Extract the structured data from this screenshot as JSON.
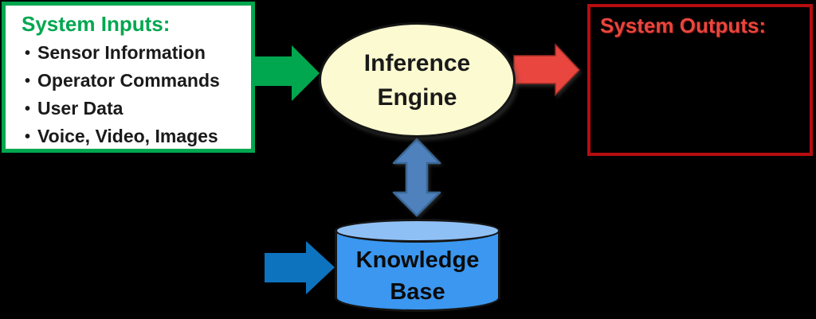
{
  "colors": {
    "background": "#000000",
    "green": "#00A74F",
    "text-dark": "#1A1A1A",
    "cream": "#FCFAD0",
    "red-arrow": "#E8463E",
    "red-arrow-edge": "#9E2B24",
    "dark-red": "#B60D10",
    "output-red": "#E8463E",
    "steel-blue": "#4F81BD",
    "steel-blue-edge": "#3A6795",
    "kb-blue": "#3B97F0",
    "kb-blue-light": "#8FC0F5",
    "arrow-blue": "#0E73BE"
  },
  "inputs": {
    "title": "System Inputs:",
    "bullet_char": "•",
    "items": [
      "Sensor Information",
      "Operator Commands",
      "User Data",
      "Voice, Video, Images"
    ]
  },
  "engine": {
    "lines": [
      "Inference",
      "Engine"
    ]
  },
  "outputs": {
    "title": "System Outputs:"
  },
  "knowledge_base": {
    "lines": [
      "Knowledge",
      "Base"
    ]
  }
}
